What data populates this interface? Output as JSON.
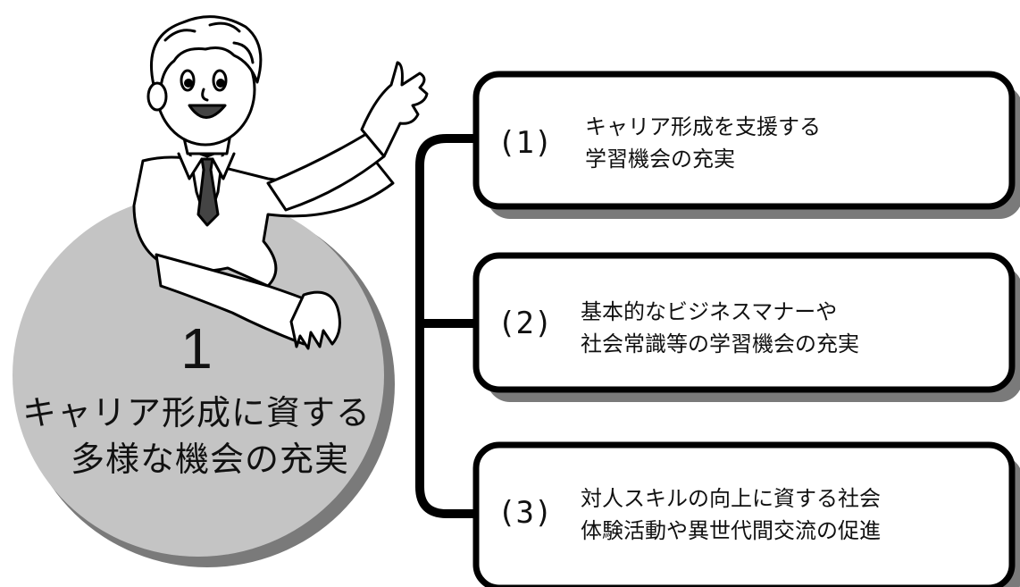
{
  "main": {
    "number": "1",
    "title_line1": "キャリア形成に資する",
    "title_line2": "多様な機会の充実"
  },
  "items": [
    {
      "num": "(1)",
      "line1": "キャリア形成を支援する",
      "line2": "学習機会の充実"
    },
    {
      "num": "(2)",
      "line1": "基本的なビジネスマナーや",
      "line2": "社会常識等の学習機会の充実"
    },
    {
      "num": "(3)",
      "line1": "対人スキルの向上に資する社会",
      "line2": "体験活動や異世代間交流の促進"
    }
  ],
  "colors": {
    "circle_fill": "#c4c4c4",
    "shadow": "#7a7a7a",
    "stroke": "#000000",
    "box_fill": "#ffffff"
  },
  "icons": [
    "presenter-illustration"
  ]
}
